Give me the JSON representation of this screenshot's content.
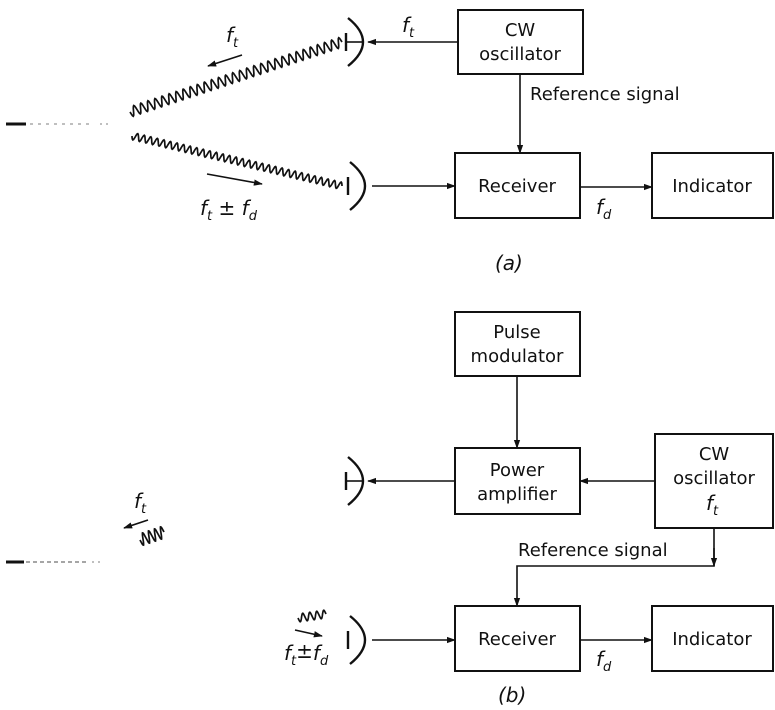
{
  "part_a": {
    "caption": "(a)",
    "cw_oscillator": [
      "CW",
      "oscillator"
    ],
    "reference_signal": "Reference signal",
    "receiver": "Receiver",
    "indicator": "Indicator",
    "tx_freq": {
      "base": "f",
      "sub": "t"
    },
    "outgoing_freq": {
      "base": "f",
      "sub": "t"
    },
    "echo_freq": {
      "base": "f",
      "sub": "t",
      "op": " ± ",
      "base2": "f",
      "sub2": "d"
    },
    "doppler_freq": {
      "base": "f",
      "sub": "d"
    }
  },
  "part_b": {
    "caption": "(b)",
    "pulse_modulator": [
      "Pulse",
      "modulator"
    ],
    "power_amplifier": [
      "Power",
      "amplifier"
    ],
    "cw_oscillator": [
      "CW",
      "oscillator"
    ],
    "cw_freq": {
      "base": "f",
      "sub": "t"
    },
    "reference_signal": "Reference signal",
    "receiver": "Receiver",
    "indicator": "Indicator",
    "outgoing_freq": {
      "base": "f",
      "sub": "t"
    },
    "echo_freq": {
      "base": "f",
      "sub": "t",
      "op": "±",
      "base2": "f",
      "sub2": "d"
    },
    "doppler_freq": {
      "base": "f",
      "sub": "d"
    }
  }
}
